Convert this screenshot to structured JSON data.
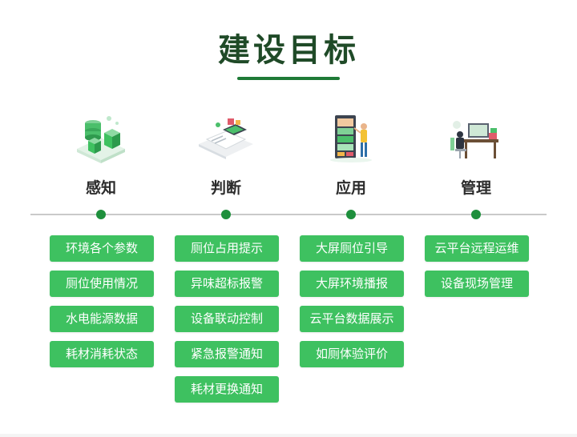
{
  "title": "建设目标",
  "columns": [
    {
      "heading": "感知",
      "icon": "server-data-icon",
      "items": [
        "环境各个参数",
        "厕位使用情况",
        "水电能源数据",
        "耗材消耗状态"
      ]
    },
    {
      "heading": "判断",
      "icon": "tablet-analysis-icon",
      "items": [
        "厕位占用提示",
        "异味超标报警",
        "设备联动控制",
        "紧急报警通知",
        "耗材更换通知"
      ]
    },
    {
      "heading": "应用",
      "icon": "big-screen-person-icon",
      "items": [
        "大屏厕位引导",
        "大屏环境播报",
        "云平台数据展示",
        "如厕体验评价"
      ]
    },
    {
      "heading": "管理",
      "icon": "desk-operator-icon",
      "items": [
        "云平台远程运维",
        "设备现场管理"
      ]
    }
  ],
  "colors": {
    "title": "#1f4a27",
    "accent": "#1e7a36",
    "item_bg": "#3ec160",
    "dot": "#1e8f3c",
    "timeline": "#c9c9c9"
  }
}
